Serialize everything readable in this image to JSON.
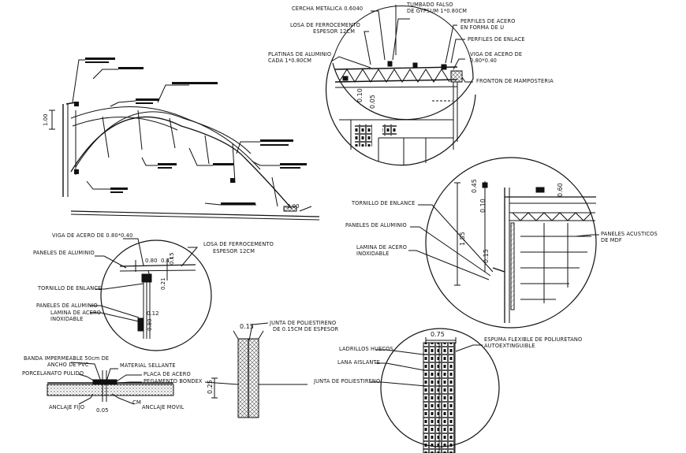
{
  "colors": {
    "ink": "#111111",
    "paper": "#ffffff",
    "hatch": "#555555"
  },
  "detail_roof": {
    "cercha": "CERCHA METALICA 0.6040",
    "tumbado_1": "TUMBADO FALSO",
    "tumbado_2": "DE GYPSUM 1*0.80CM",
    "losa_1": "LOSA DE FERROCEMENTO",
    "losa_2": "ESPESOR 12CM",
    "perfiles_u_1": "PERFILES DE ACERO",
    "perfiles_u_2": "EN FORMA DE U",
    "perfiles_enlace": "PERFILES DE ENLACE",
    "platinas_1": "PLATINAS DE ALUMINIO",
    "platinas_2": "CADA 1*0.80CM",
    "viga_1": "VIGA DE ACERO DE",
    "viga_2": "0.80*0.40",
    "fronton": "FRONTON DE MAMPOSTERIA",
    "dim_a": "0.10",
    "dim_b": "0.05"
  },
  "detail_panels": {
    "tornillo": "TORNILLO DE ENLANCE",
    "paneles_aluminio": "PANELES DE ALUMINIO",
    "lamina_1": "LAMINA DE ACERO",
    "lamina_2": "INOXIDABLE",
    "paneles_acusticos_1": "PANELES ACUSTICOS",
    "paneles_acusticos_2": "DE MDF",
    "dim_45": "0.45",
    "dim_60": "0.60",
    "dim_10": "0.10",
    "dim_185": "1.85",
    "dim_15": "0.15"
  },
  "detail_left": {
    "viga": "VIGA DE ACERO DE 0.80*0.40",
    "losa_1": "LOSA DE FERROCEMENTO",
    "losa_2": "ESPESOR 12CM",
    "paneles_1": "PANELES DE ALUMINIO",
    "tornillo": "TORNILLO DE ENLANCE",
    "paneles_2": "PANELES DE ALUMINIO",
    "lamina_1": "LAMINA DE ACERO",
    "lamina_2": "INOXIDABLE",
    "dim_80": "0.80",
    "dim_04": "0.4",
    "dim_15": "0.15",
    "dim_021": "0.21",
    "dim_12": "0.12",
    "dim_080b": "0.80"
  },
  "detail_floor": {
    "banda_1": "BANDA IMPERMEABLE 50cm DE",
    "banda_2": "ANCHO DE PVC",
    "porcelanato": "PORCELANATO PULIDO",
    "material": "MATERIAL SELLANTE",
    "placa": "PLACA DE ACERO",
    "pegamento": "PEGAMENTO BONDEX",
    "anclaje_fijo": "ANCLAJE FIJO",
    "anclaje_movil": "ANCLAJE MOVIL",
    "dim_05": "0.05",
    "dim_cm": "CM"
  },
  "detail_joint": {
    "junta_1": "JUNTA DE POLIESTIRENO",
    "junta_2": "DE 0.15CM DE ESPESOR",
    "dim_15": "0.15",
    "dim_25": "0.25"
  },
  "detail_wall": {
    "dim_75": "0.75",
    "espuma_1": "ESPUMA FLEXIBLE DE POLIURETANO",
    "espuma_2": "AUTOEXTINGUIBLE",
    "ladrillos": "LADRILLOS HUECOS",
    "lana": "LANA AISLANTE",
    "junta": "JUNTA DE POLIESTIRENO"
  },
  "canopy": {
    "dim_100": "1.00",
    "dim_base": "2.00"
  }
}
